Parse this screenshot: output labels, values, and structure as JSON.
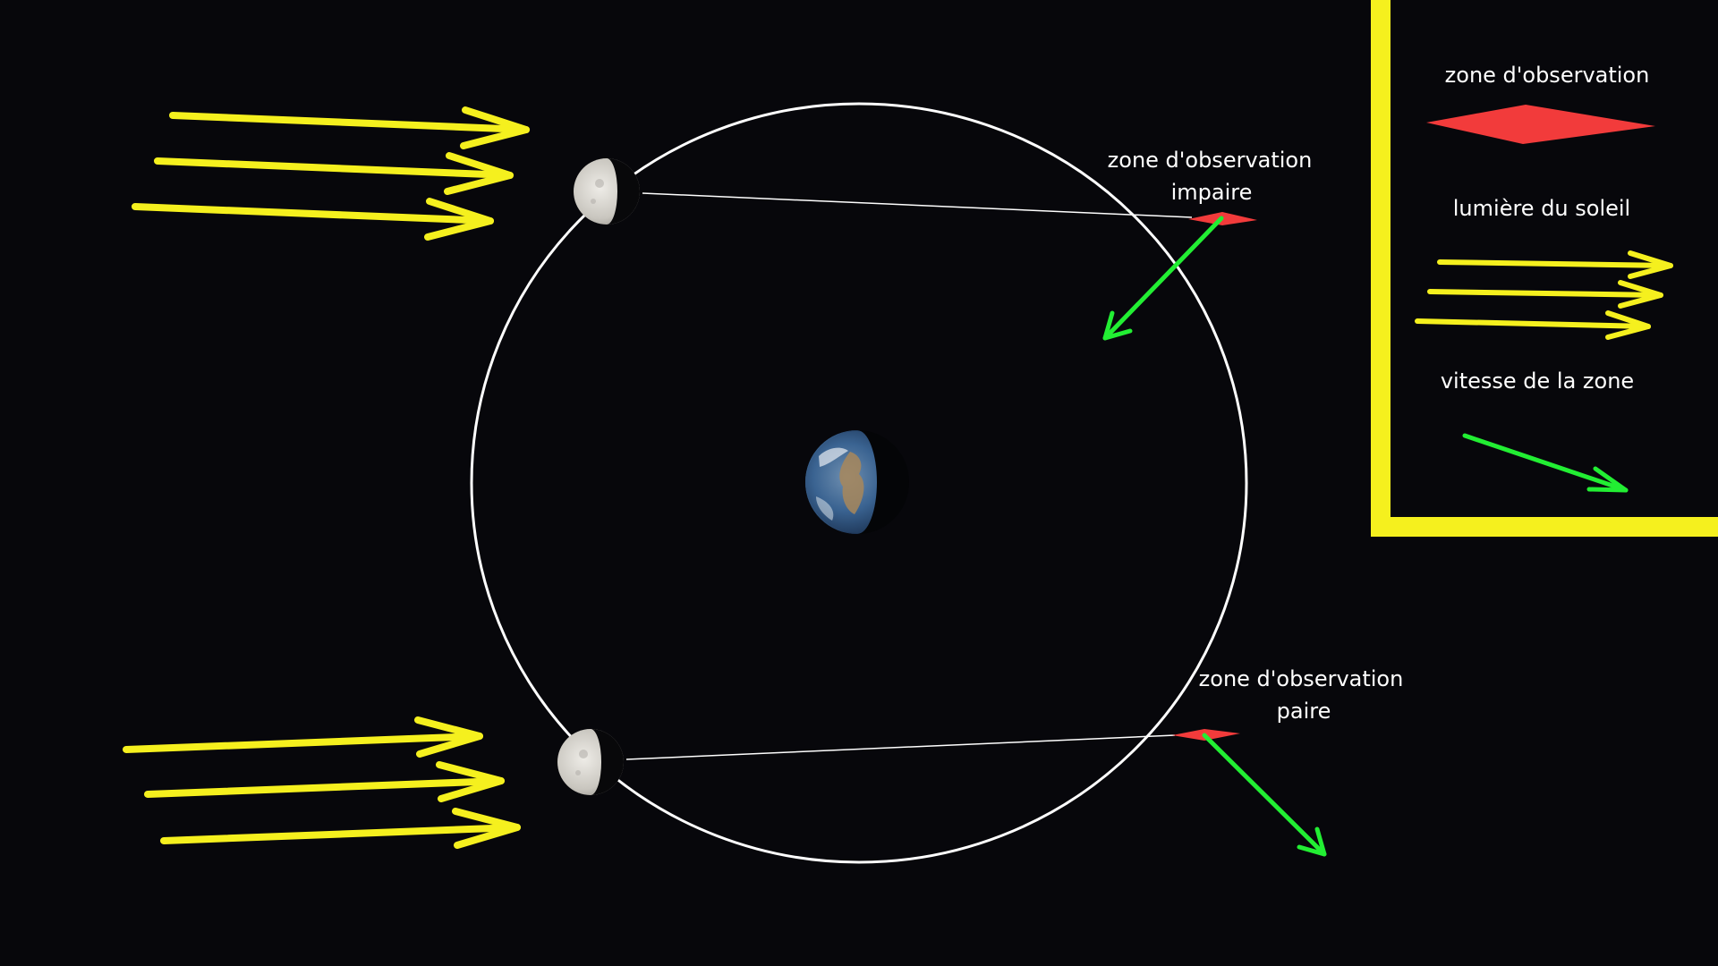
{
  "diagram": {
    "labels": {
      "odd_zone_line1": "zone d'observation",
      "odd_zone_line2": "impaire",
      "even_zone_line1": "zone d'observation",
      "even_zone_line2": "paire"
    },
    "legend": {
      "zone_label": "zone d'observation",
      "sunlight_label": "lumière du soleil",
      "velocity_label": "vitesse de la zone"
    },
    "colors": {
      "background": "#07070b",
      "orbit": "#ffffff",
      "sunlight": "#f5f01e",
      "zone": "#f23b3b",
      "velocity": "#22ee33",
      "legend_border": "#f5f01e",
      "earth_ocean": "#2f5f9a",
      "moon": "#d8d6d0"
    },
    "icons": [
      "earth",
      "moon",
      "sunlight-arrow",
      "velocity-arrow",
      "observation-zone"
    ]
  }
}
